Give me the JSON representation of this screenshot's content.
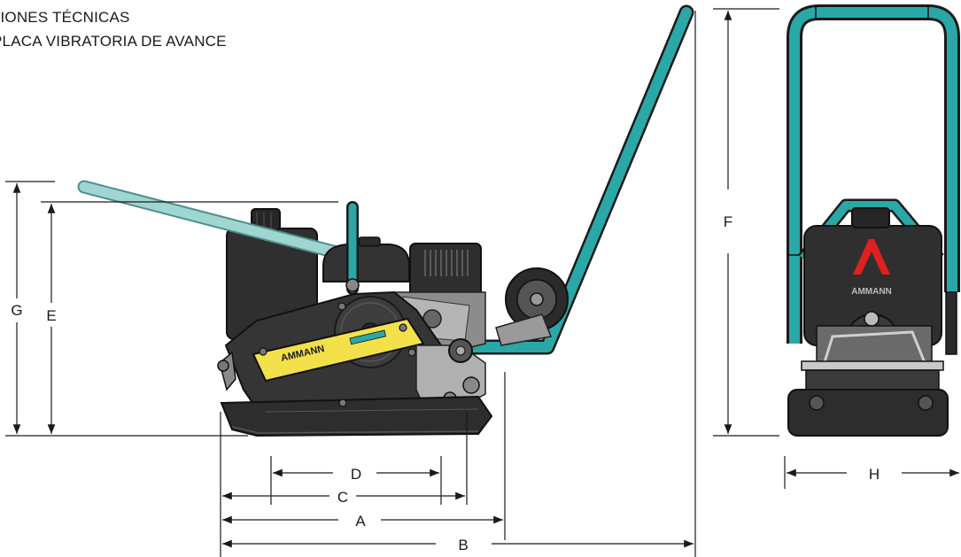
{
  "header": {
    "line1": "CIONES TÉCNICAS",
    "line2": "PLACA VIBRATORIA DE AVANCE"
  },
  "dimensions": {
    "A": "A",
    "B": "B",
    "C": "C",
    "D": "D",
    "E": "E",
    "F": "F",
    "G": "G",
    "H": "H"
  },
  "brand": {
    "decal_text": "AMMANN",
    "front_text": "AMMANN",
    "logo_letter": "A"
  },
  "colors": {
    "handle": "#2aa7a7",
    "body": "#3a3a3a",
    "decal": "#f2e14a",
    "logo": "#e02020",
    "dim_line": "#1a1a1a"
  }
}
